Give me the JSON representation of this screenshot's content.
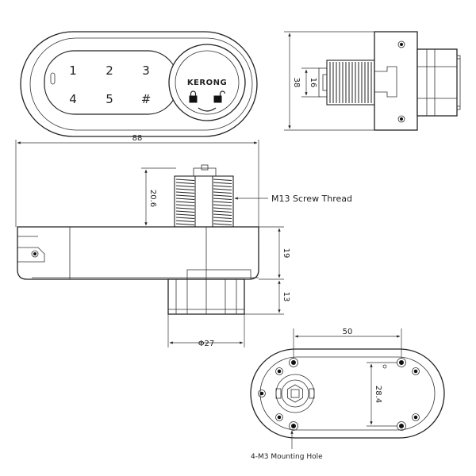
{
  "keypad": {
    "keys": [
      "1",
      "2",
      "3",
      "4",
      "5",
      "#"
    ],
    "brand": "KERONG"
  },
  "dimensions": {
    "width_overall": "88",
    "side_height": "38",
    "side_inner": "16",
    "thread_length": "20.6",
    "body_height": "19",
    "knob_height": "13",
    "knob_diameter": "Φ27",
    "hole_spacing_x": "50",
    "hole_spacing_y": "28.4"
  },
  "callouts": {
    "thread": "M13 Screw Thread",
    "mounting": "4-M3 Mounting Hole"
  }
}
